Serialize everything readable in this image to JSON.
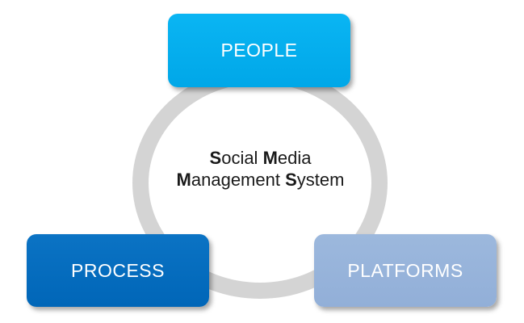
{
  "diagram": {
    "center": {
      "line1": [
        {
          "bold": "S",
          "rest": "ocial "
        },
        {
          "bold": "M",
          "rest": "edia"
        }
      ],
      "line2": [
        {
          "bold": "M",
          "rest": "anagement "
        },
        {
          "bold": "S",
          "rest": "ystem"
        }
      ]
    },
    "boxes": {
      "people": "PEOPLE",
      "process": "PROCESS",
      "platforms": "PLATFORMS"
    }
  }
}
